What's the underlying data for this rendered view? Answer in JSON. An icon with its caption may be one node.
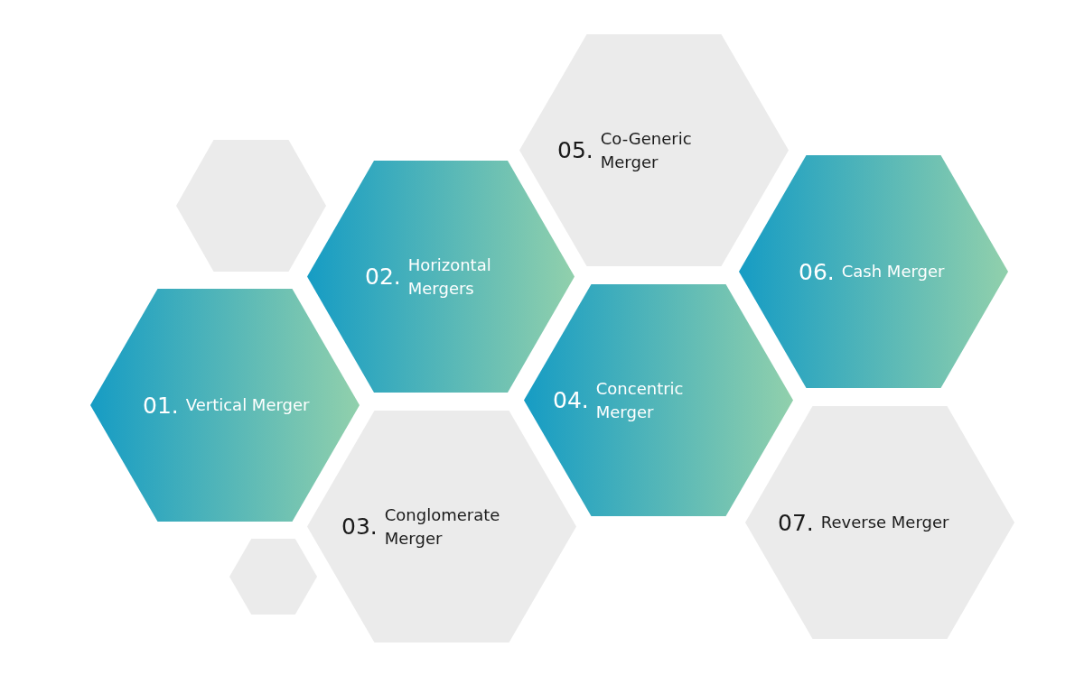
{
  "diagram": {
    "nodes": [
      {
        "text": [],
        "shape": "hexagon"
      },
      {
        "text": [
          "01.",
          "Vertical Merger"
        ]
      },
      {
        "text": [
          "02.",
          "Horizontal Mergers"
        ]
      },
      {
        "text": [
          "03.",
          "Conglomerate Merger"
        ]
      },
      {
        "text": [
          "04.",
          "Concentric Merger"
        ]
      },
      {
        "text": [
          "05.",
          "Co-Generic Merger"
        ]
      },
      {
        "text": [
          "06.",
          "Cash Merger"
        ]
      },
      {
        "text": [
          "07.",
          "Reverse Merger"
        ]
      },
      {
        "text": [],
        "shape": "hexagon"
      }
    ]
  }
}
